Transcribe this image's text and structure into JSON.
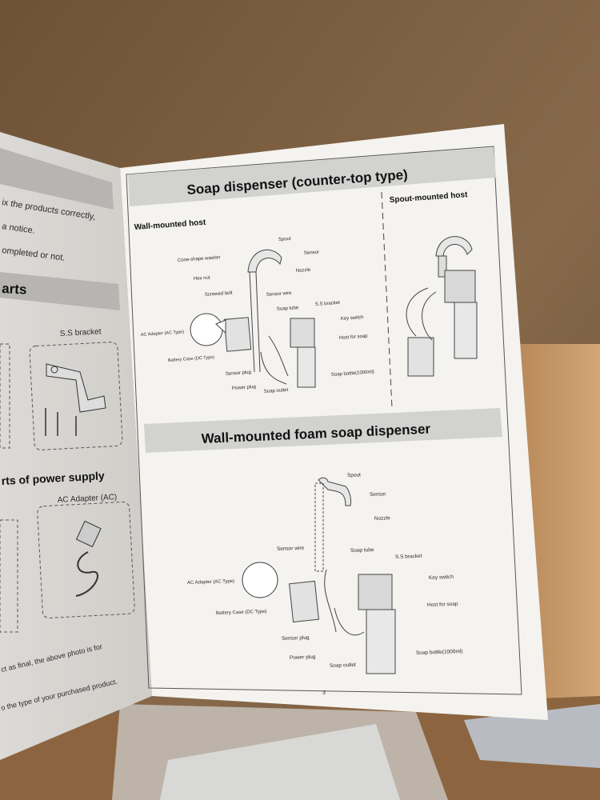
{
  "left_page": {
    "line1": "ix the products correctly,",
    "line2": "a notice.",
    "line3": "ompleted or not.",
    "section_parts": "arts",
    "ss_bracket_label": "S.S bracket",
    "section_power": "rts of power supply",
    "ac_adapter_label": "AC Adapter (AC)",
    "footer1": "ct as final, the above photo is for",
    "footer2": "o the type of your purchased product."
  },
  "right_page": {
    "header_countertop": "Soap dispenser (counter-top type)",
    "wall_mounted_host_title": "Wall-mounted host",
    "spout_mounted_host_title": "Spout-mounted host",
    "diagram1_labels": {
      "spout": "Spout",
      "sensor": "Sensor",
      "nozzle": "Nozzle",
      "cone_washer": "Cone-shape washer",
      "hex_nut": "Hex nut",
      "screwed_bolt": "Screwed bolt",
      "sensor_wire": "Sensor wire",
      "soap_tube": "Soap tube",
      "ss_bracket": "S.S bracket",
      "key_switch": "Key switch",
      "host_for_soap": "Host for soap",
      "ac_adapter": "AC Adapter (AC Type)",
      "battery_case": "Battery Case (DC Type)",
      "sensor_plug": "Sensor plug",
      "power_plug": "Power plug",
      "soap_outlet": "Soap outlet",
      "soap_bottle": "Soap bottle(1000ml)"
    },
    "header_foam": "Wall-mounted foam soap dispenser",
    "diagram2_labels": {
      "spout": "Spout",
      "sensor": "Sensor",
      "nozzle": "Nozzle",
      "sensor_wire": "Sensor wire",
      "soap_tube": "Soap tube",
      "ss_bracket": "S.S bracket",
      "key_switch": "Key switch",
      "host_for_soap": "Host for soap",
      "ac_adapter": "AC Adapter (AC Type)",
      "battery_case": "Battery Case (DC Type)",
      "sensor_plug": "Sensor plug",
      "power_plug": "Power plug",
      "soap_outlet": "Soap outlet",
      "soap_bottle": "Soap bottle(1000ml)"
    },
    "page_number": "3"
  },
  "colors": {
    "cardboard": "#7a5a3a",
    "page": "#f4f3ef",
    "header_bar": "#d2d2d0"
  }
}
